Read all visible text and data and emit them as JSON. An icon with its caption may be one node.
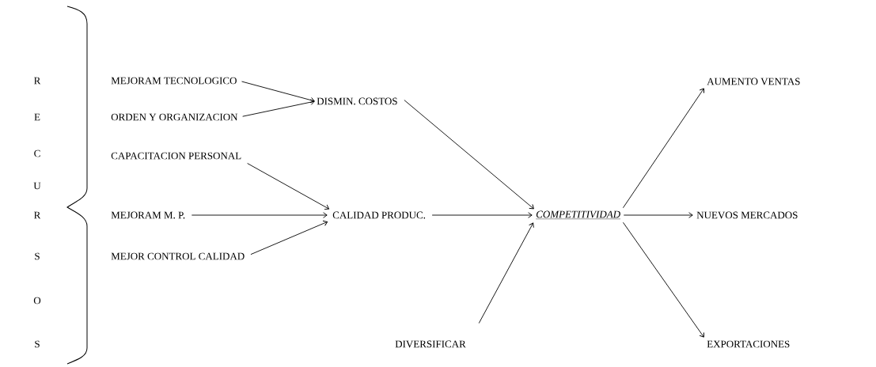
{
  "diagram": {
    "nodes": [
      {
        "text": [
          "MEJORAM TECNOLOGICO"
        ]
      },
      {
        "text": [
          "ORDEN Y ORGANIZACION"
        ]
      },
      {
        "text": [
          "DISMIN. COSTOS"
        ]
      },
      {
        "text": [
          "CAPACITACION PERSONAL"
        ]
      },
      {
        "text": [
          "MEJORAM M. P."
        ]
      },
      {
        "text": [
          "CALIDAD  PRODUC."
        ]
      },
      {
        "text": [
          "MEJOR CONTROL CALIDAD"
        ]
      },
      {
        "text": [
          "COMPETITIVIDAD"
        ]
      },
      {
        "text": [
          "DIVERSIFICAR"
        ]
      },
      {
        "text": [
          "AUMENTO VENTAS"
        ]
      },
      {
        "text": [
          "NUEVOS MERCADOS"
        ]
      },
      {
        "text": [
          "EXPORTACIONES"
        ]
      }
    ],
    "edges": [
      {
        "from": 0,
        "to": 2,
        "arrow": "to"
      },
      {
        "from": 1,
        "to": 2,
        "arrow": "to"
      },
      {
        "from": 2,
        "to": 7,
        "arrow": "to"
      },
      {
        "from": 3,
        "to": 5,
        "arrow": "to"
      },
      {
        "from": 4,
        "to": 5,
        "arrow": "to"
      },
      {
        "from": 6,
        "to": 5,
        "arrow": "to"
      },
      {
        "from": 5,
        "to": 7,
        "arrow": "to"
      },
      {
        "from": 8,
        "to": 7,
        "arrow": "to"
      },
      {
        "from": 7,
        "to": 9,
        "arrow": "to"
      },
      {
        "from": 7,
        "to": 10,
        "arrow": "to"
      },
      {
        "from": 7,
        "to": 11,
        "arrow": "to"
      }
    ],
    "labels": [
      "R",
      "E",
      "C",
      "U",
      "R",
      "S",
      "O",
      "S"
    ]
  }
}
